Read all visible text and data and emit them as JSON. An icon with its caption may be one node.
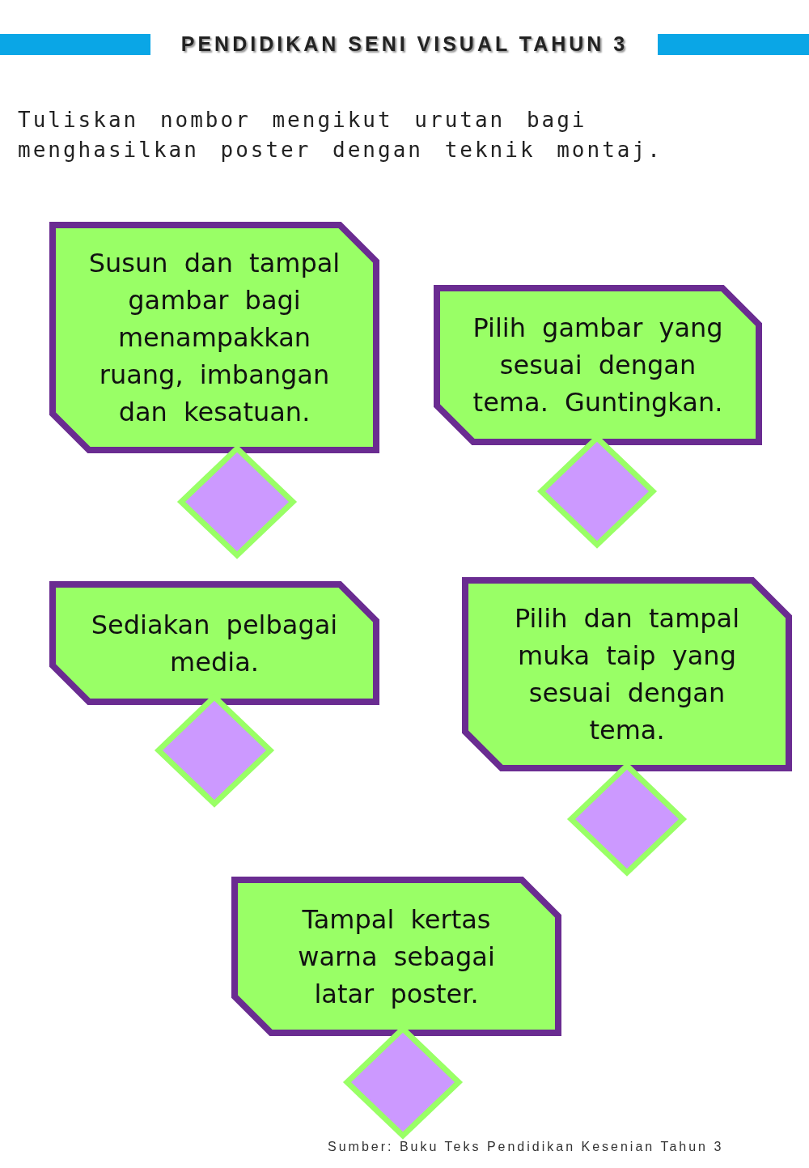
{
  "diagram": {
    "title": "PENDIDIKAN SENI VISUAL TAHUN 3",
    "nodes": [
      {
        "text": [
          "Susun dan tampal gambar bagi menampakkan ruang, imbangan dan kesatuan."
        ]
      },
      {
        "text": [],
        "shape": "diamond"
      },
      {
        "text": [
          "Pilih gambar yang sesuai dengan tema. Guntingkan."
        ]
      },
      {
        "text": [],
        "shape": "diamond"
      },
      {
        "text": [
          "Sediakan pelbagai media."
        ]
      },
      {
        "text": [],
        "shape": "diamond"
      },
      {
        "text": [
          "Pilih dan tampal muka taip yang sesuai dengan tema."
        ]
      },
      {
        "text": [],
        "shape": "diamond"
      },
      {
        "text": [
          "Tampal kertas warna sebagai latar poster."
        ]
      },
      {
        "text": [],
        "shape": "diamond"
      }
    ],
    "edges": [],
    "labels": [
      "Tuliskan nombor mengikut urutan bagi menghasilkan poster dengan teknik montaj.",
      "Sumber: Buku Teks Pendidikan Kesenian Tahun 3"
    ]
  }
}
